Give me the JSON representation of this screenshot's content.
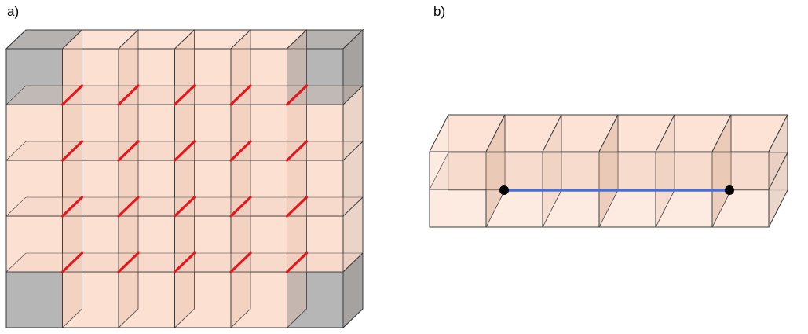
{
  "panels": [
    {
      "label": "a)"
    },
    {
      "label": "b)"
    }
  ],
  "panel_a": {
    "grid_cols": 6,
    "grid_rows": 5,
    "gray_corner_cells": [
      [
        0,
        0
      ],
      [
        5,
        0
      ],
      [
        0,
        4
      ],
      [
        5,
        4
      ]
    ],
    "red_edge_count": 20
  },
  "panel_b": {
    "layers": 2,
    "cols": 6,
    "rows": 2,
    "highlighted_points": 2
  },
  "colors": {
    "cell_fill": "#fbd9c8",
    "cell_edge": "#3a3a3a",
    "gray_fill": "#a9a9a9",
    "red_edge": "#e8151b",
    "blue_path": "#4a6fd0",
    "point": "#000000"
  }
}
